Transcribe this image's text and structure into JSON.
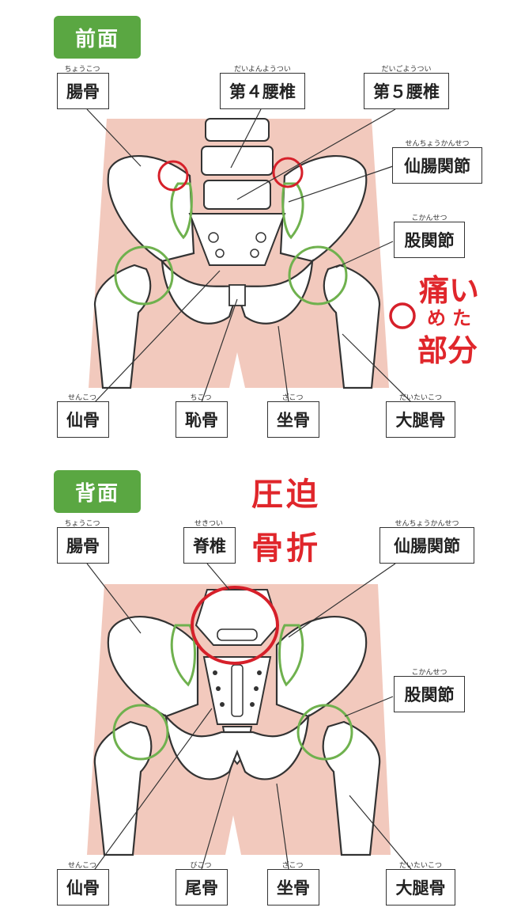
{
  "front": {
    "badge": "前面",
    "labels": {
      "ilium": {
        "text": "腸骨",
        "ruby": "ちょうこつ"
      },
      "l4": {
        "text": "第４腰椎",
        "ruby": "だいよんようつい"
      },
      "l5": {
        "text": "第５腰椎",
        "ruby": "だいごようつい"
      },
      "si_joint": {
        "text": "仙腸関節",
        "ruby": "せんちょうかんせつ"
      },
      "hip_joint": {
        "text": "股関節",
        "ruby": "こかんせつ"
      },
      "sacrum": {
        "text": "仙骨",
        "ruby": "せんこつ"
      },
      "pubis": {
        "text": "恥骨",
        "ruby": "ちこつ"
      },
      "ischium": {
        "text": "坐骨",
        "ruby": "ざこつ"
      },
      "femur": {
        "text": "大腿骨",
        "ruby": "だいたいこつ"
      }
    },
    "legend": {
      "line1": "痛い",
      "line2a": "め",
      "line2b": "た",
      "line3": "部分"
    }
  },
  "back": {
    "badge": "背面",
    "labels": {
      "ilium": {
        "text": "腸骨",
        "ruby": "ちょうこつ"
      },
      "spine": {
        "text": "脊椎",
        "ruby": "せきつい"
      },
      "si_joint": {
        "text": "仙腸関節",
        "ruby": "せんちょうかんせつ"
      },
      "hip_joint": {
        "text": "股関節",
        "ruby": "こかんせつ"
      },
      "sacrum": {
        "text": "仙骨",
        "ruby": "せんこつ"
      },
      "coccyx": {
        "text": "尾骨",
        "ruby": "びこつ"
      },
      "ischium": {
        "text": "坐骨",
        "ruby": "ざこつ"
      },
      "femur": {
        "text": "大腿骨",
        "ruby": "だいたいこつ"
      }
    },
    "annotation": {
      "line1": "圧迫",
      "line2": "骨折"
    }
  },
  "colors": {
    "skin": "#f2c9bd",
    "accent_green": "#5aa742",
    "ring_green": "#6fb14e",
    "ring_red": "#d6202a",
    "text_red": "#e0262b"
  }
}
